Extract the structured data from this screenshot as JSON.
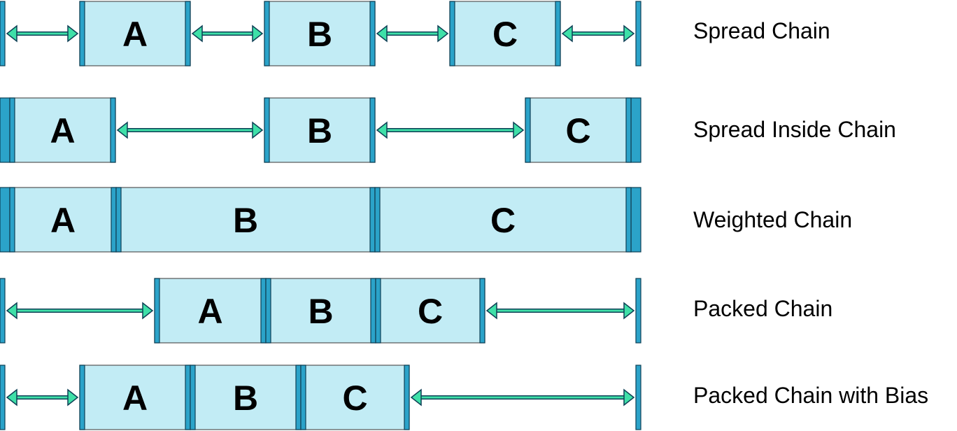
{
  "rows": [
    {
      "label": "Spread Chain",
      "boxes": [
        "A",
        "B",
        "C"
      ]
    },
    {
      "label": "Spread Inside Chain",
      "boxes": [
        "A",
        "B",
        "C"
      ]
    },
    {
      "label": "Weighted Chain",
      "boxes": [
        "A",
        "B",
        "C"
      ]
    },
    {
      "label": "Packed Chain",
      "boxes": [
        "A",
        "B",
        "C"
      ]
    },
    {
      "label": "Packed Chain with Bias",
      "boxes": [
        "A",
        "B",
        "C"
      ]
    }
  ],
  "colors": {
    "box_fill": "#c2ecf5",
    "edge_bar": "#2ba3c9",
    "arrow_fill": "#3fe0a8",
    "outline": "#0d3f55"
  }
}
